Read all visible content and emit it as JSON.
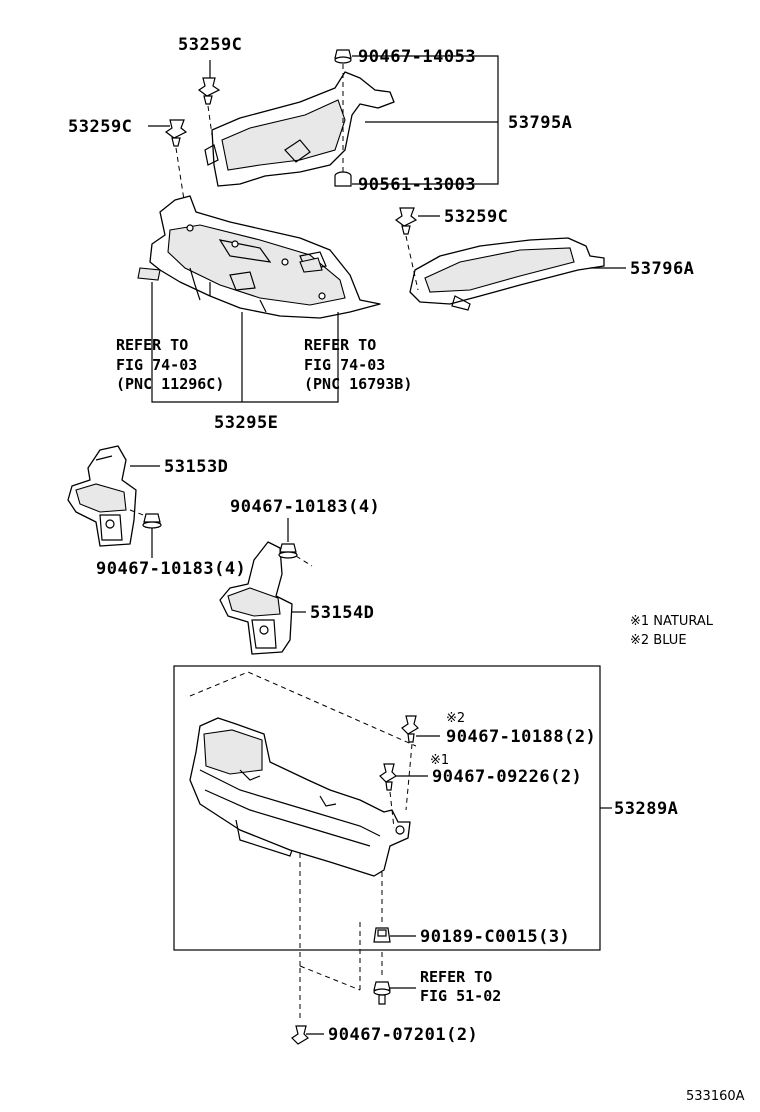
{
  "labels": {
    "p53259c_top": "53259C",
    "p53259c_left": "53259C",
    "p53259c_right": "53259C",
    "p90467_14053": "90467-14053",
    "p53795a": "53795A",
    "p90561_13003": "90561-13003",
    "p53796a": "53796A",
    "refer_left_1": "REFER TO",
    "refer_left_2": "FIG 74-03",
    "refer_left_3": "(PNC 11296C)",
    "refer_right_1": "REFER TO",
    "refer_right_2": "FIG 74-03",
    "refer_right_3": "(PNC 16793B)",
    "p53295e": "53295E",
    "p53153d": "53153D",
    "p90467_10183_a": "90467-10183(4)",
    "p90467_10183_b": "90467-10183(4)",
    "p53154d": "53154D",
    "note_1": "※1 NATURAL",
    "note_2": "※2 BLUE",
    "mark_2": "※2",
    "mark_1": "※1",
    "p90467_10188": "90467-10188(2)",
    "p90467_09226": "90467-09226(2)",
    "p53289a": "53289A",
    "p90189_c0015": "90189-C0015(3)",
    "refer_bottom_1": "REFER TO",
    "refer_bottom_2": "FIG 51-02",
    "p90467_07201": "90467-07201(2)",
    "figure_code": "533160A"
  }
}
